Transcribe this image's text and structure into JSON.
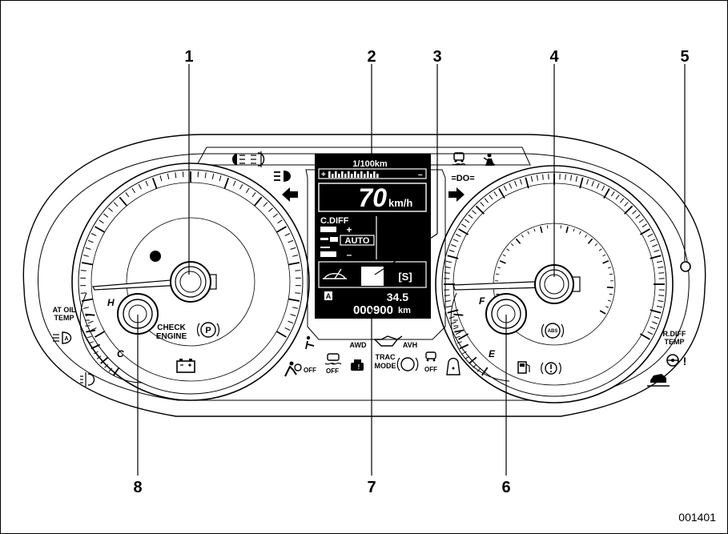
{
  "figure_code": "001401",
  "callouts": [
    "1",
    "2",
    "3",
    "4",
    "5",
    "6",
    "7",
    "8"
  ],
  "left_gauge": {
    "check_engine_line1": "CHECK",
    "check_engine_line2": "ENGINE",
    "parking_symbol": "P",
    "temp_hot": "H",
    "temp_cold": "C",
    "at_oil_temp_line1": "AT OIL",
    "at_oil_temp_line2": "TEMP"
  },
  "display": {
    "fuel_unit": "1/100km",
    "plus_mark": "+",
    "minus_mark": "–",
    "speed_value": "70",
    "speed_unit": "km/h",
    "cdiff_label": "C.DIFF",
    "cdiff_plus": "+",
    "cdiff_auto": "AUTO",
    "cdiff_minus": "–",
    "gear_indicator": "[S]",
    "trip_badge": "A",
    "trip_value": "34.5",
    "odometer_value": "000900",
    "odometer_unit": "km"
  },
  "bottom_indicators": {
    "off_a": "OFF",
    "off_b": "OFF",
    "awd": "AWD",
    "avh": "AVH",
    "trac_line1": "TRAC",
    "trac_line2": "MODE",
    "off_c": "OFF"
  },
  "right_gauge": {
    "abs_label": "ABS",
    "fuel_full": "F",
    "fuel_empty": "E",
    "rdiff_line1": "R.DIFF",
    "rdiff_line2": "TEMP"
  },
  "icons": [
    "headlight-icon",
    "fog-light-icon",
    "high-beam-icon",
    "turn-left-arrow-icon",
    "turn-right-arrow-icon",
    "skid-icon",
    "seatbelt-icon",
    "position-light-icon",
    "battery-icon",
    "airbag-icon",
    "oil-can-icon",
    "brake-warning-icon",
    "fuel-pump-icon",
    "steering-warning-icon",
    "car-warning-icon",
    "rear-fog-icon",
    "auto-leveling-icon",
    "wiper-icon",
    "warning-light-icon"
  ]
}
